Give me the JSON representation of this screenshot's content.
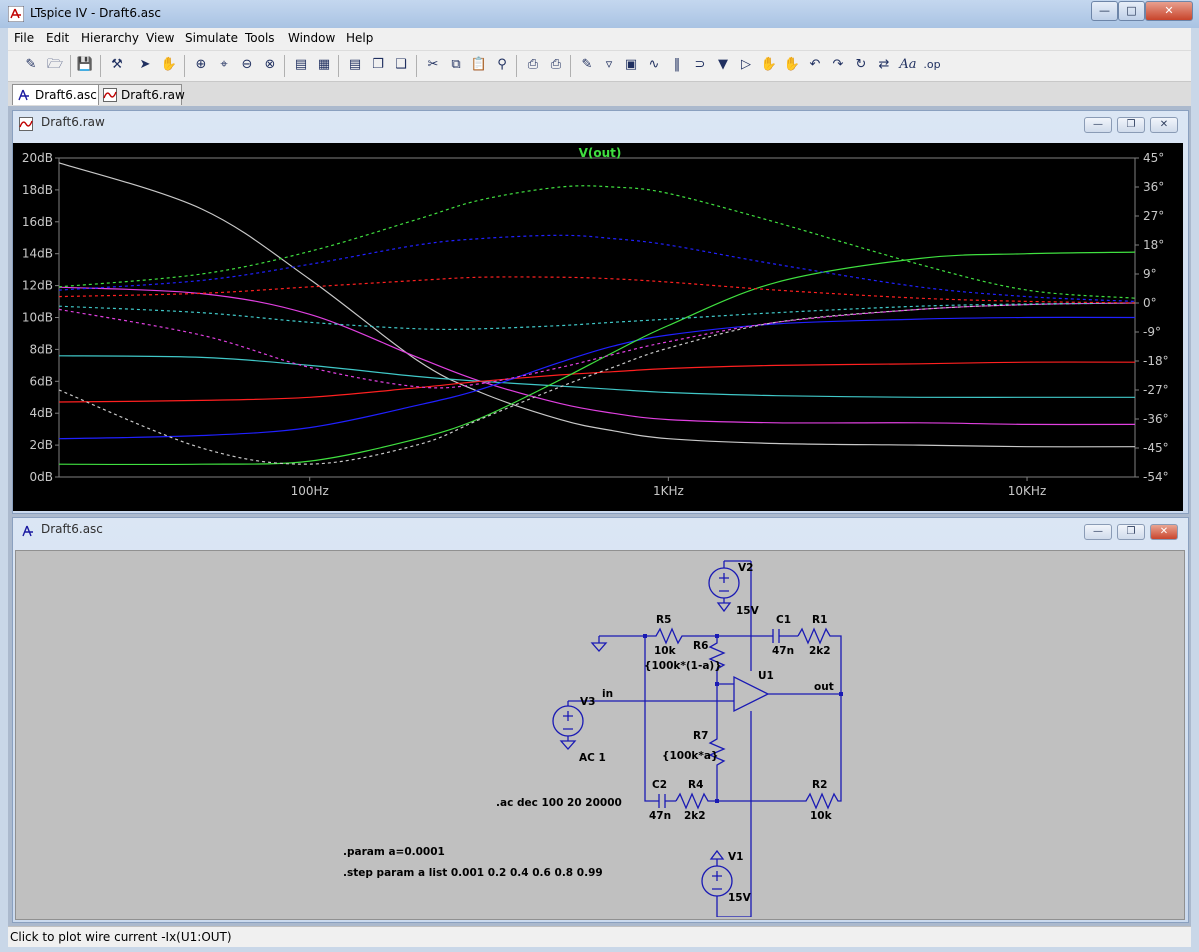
{
  "window": {
    "title": "LTspice IV - Draft6.asc"
  },
  "menu": [
    "File",
    "Edit",
    "Hierarchy",
    "View",
    "Simulate",
    "Tools",
    "Window",
    "Help"
  ],
  "tabs": [
    {
      "label": "Draft6.asc",
      "active": true
    },
    {
      "label": "Draft6.raw",
      "active": false
    }
  ],
  "plot_window": {
    "title": "Draft6.raw",
    "trace_label": "V(out)"
  },
  "schematic_window": {
    "title": "Draft6.asc"
  },
  "schematic": {
    "components": {
      "v2_name": "V2",
      "v2_value": "15V",
      "v1_name": "V1",
      "v1_value": "15V",
      "v3_name": "V3",
      "v3_value": "AC 1",
      "r5_name": "R5",
      "r5_value": "10k",
      "r6_name": "R6",
      "r6_value": "{100k*(1-a)}",
      "r7_name": "R7",
      "r7_value": "{100k*a}",
      "c1_name": "C1",
      "c1_value": "47n",
      "r1_name": "R1",
      "r1_value": "2k2",
      "c2_name": "C2",
      "c2_value": "47n",
      "r4_name": "R4",
      "r4_value": "2k2",
      "r2_name": "R2",
      "r2_value": "10k",
      "u1_name": "U1"
    },
    "net_labels": {
      "in": "in",
      "out": "out"
    },
    "directives": [
      ".ac dec 100 20 20000",
      ".param a=0.0001",
      ".step param a list 0.001 0.2 0.4 0.6 0.8 0.99"
    ]
  },
  "status": {
    "text": "Click to plot wire current -Ix(U1:OUT)"
  },
  "chart_data": {
    "type": "line",
    "title": "V(out)",
    "x_scale": "log",
    "xlim": [
      20,
      20000
    ],
    "x_ticks": [
      "100Hz",
      "1KHz",
      "10KHz"
    ],
    "x_tick_values": [
      100,
      1000,
      10000
    ],
    "ylim_left": [
      0,
      20
    ],
    "y_ticks_left": [
      "0dB",
      "2dB",
      "4dB",
      "6dB",
      "8dB",
      "10dB",
      "12dB",
      "14dB",
      "16dB",
      "18dB",
      "20dB"
    ],
    "ylim_right": [
      -54,
      45
    ],
    "y_ticks_right": [
      "-54°",
      "-45°",
      "-36°",
      "-27°",
      "-18°",
      "-9°",
      "0°",
      "9°",
      "18°",
      "27°",
      "36°",
      "45°"
    ],
    "grid": false,
    "x": [
      20,
      50,
      100,
      200,
      300,
      500,
      700,
      1000,
      2000,
      5000,
      10000,
      20000
    ],
    "series": [
      {
        "color": "#c8c8c8",
        "style": "solid",
        "axis": "left",
        "values": [
          19.7,
          16.8,
          12.4,
          7.3,
          5.3,
          3.6,
          2.9,
          2.4,
          2.1,
          2.0,
          1.9,
          1.9
        ]
      },
      {
        "color": "#e040e0",
        "style": "solid",
        "axis": "left",
        "values": [
          11.9,
          11.5,
          10.2,
          7.5,
          6.0,
          4.6,
          4.0,
          3.6,
          3.4,
          3.4,
          3.3,
          3.3
        ]
      },
      {
        "color": "#40c8c8",
        "style": "solid",
        "axis": "left",
        "values": [
          7.6,
          7.5,
          7.0,
          6.3,
          6.0,
          5.7,
          5.5,
          5.3,
          5.1,
          5.0,
          5.0,
          5.0
        ]
      },
      {
        "color": "#ff2020",
        "style": "solid",
        "axis": "left",
        "values": [
          4.7,
          4.8,
          5.0,
          5.6,
          6.0,
          6.4,
          6.6,
          6.8,
          7.0,
          7.1,
          7.2,
          7.2
        ]
      },
      {
        "color": "#2020ff",
        "style": "solid",
        "axis": "left",
        "values": [
          2.4,
          2.6,
          3.1,
          4.5,
          5.5,
          7.2,
          8.2,
          8.9,
          9.6,
          9.9,
          10.0,
          10.0
        ]
      },
      {
        "color": "#40e040",
        "style": "solid",
        "axis": "left",
        "values": [
          0.8,
          0.8,
          1.0,
          2.4,
          3.7,
          6.1,
          7.8,
          9.5,
          12.2,
          13.7,
          14.0,
          14.1
        ]
      },
      {
        "color": "#c8c8c8",
        "style": "dashed",
        "axis": "right",
        "values": [
          -27.0,
          -45.0,
          -50.0,
          -44.0,
          -36.0,
          -26.0,
          -20.0,
          -14.0,
          -6.0,
          -2.0,
          -0.5,
          0.0
        ]
      },
      {
        "color": "#e040e0",
        "style": "dashed",
        "axis": "right",
        "values": [
          -2.0,
          -10.0,
          -20.0,
          -26.0,
          -25.0,
          -20.0,
          -16.0,
          -12.0,
          -6.0,
          -2.0,
          -0.5,
          0.0
        ]
      },
      {
        "color": "#40c8c8",
        "style": "dashed",
        "axis": "right",
        "values": [
          -1.0,
          -3.0,
          -6.0,
          -8.0,
          -8.0,
          -7.0,
          -6.0,
          -5.0,
          -3.0,
          -1.0,
          -0.3,
          0.0
        ]
      },
      {
        "color": "#ff2020",
        "style": "dashed",
        "axis": "right",
        "values": [
          2.0,
          3.0,
          5.0,
          7.0,
          8.0,
          8.0,
          7.5,
          6.5,
          4.0,
          1.5,
          0.5,
          0.0
        ]
      },
      {
        "color": "#2020ff",
        "style": "dashed",
        "axis": "right",
        "values": [
          4.0,
          7.0,
          12.0,
          18.0,
          20.0,
          21.0,
          20.0,
          18.0,
          12.0,
          5.0,
          2.0,
          0.5
        ]
      },
      {
        "color": "#40e040",
        "style": "dashed",
        "axis": "right",
        "values": [
          5.0,
          9.0,
          16.0,
          26.0,
          32.0,
          36.0,
          36.0,
          34.0,
          25.0,
          12.0,
          4.0,
          1.5
        ]
      }
    ]
  }
}
